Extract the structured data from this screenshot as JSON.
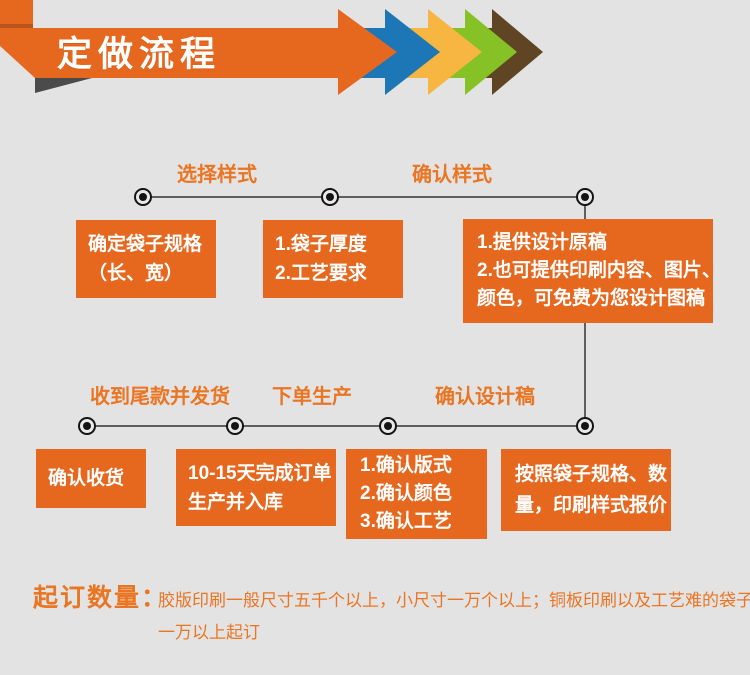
{
  "banner": {
    "title": "定做流程",
    "colors": {
      "orange": "#e6671e",
      "orange_dark": "#b8541c",
      "blue": "#1d76b6",
      "yellow": "#f7b541",
      "green": "#86c226",
      "brown": "#5f4523",
      "fold_shadow": "#4b4b4b"
    }
  },
  "flow": {
    "row1": {
      "labels": [
        {
          "text": "选择样式"
        },
        {
          "text": "确认样式"
        }
      ],
      "boxes": [
        {
          "lines": [
            "确定袋子规格",
            "（长、宽）"
          ]
        },
        {
          "lines": [
            "1.袋子厚度",
            "2.工艺要求"
          ]
        },
        {
          "lines": [
            "1.提供设计原稿",
            "2.也可提供印刷内容、图片、",
            "颜色，可免费为您设计图稿"
          ]
        }
      ]
    },
    "row2": {
      "labels": [
        {
          "text": "收到尾款并发货"
        },
        {
          "text": "下单生产"
        },
        {
          "text": "确认设计稿"
        }
      ],
      "boxes": [
        {
          "lines": [
            "确认收货"
          ]
        },
        {
          "lines": [
            "10-15天完成订单",
            "生产并入库"
          ]
        },
        {
          "lines": [
            "1.确认版式",
            "2.确认颜色",
            "3.确认工艺"
          ]
        },
        {
          "lines": [
            "按照袋子规格、数",
            "量，印刷样式报价"
          ]
        }
      ]
    }
  },
  "footer": {
    "label": "起订数量：",
    "lines": [
      "胶版印刷一般尺寸五千个以上，小尺寸一万个以上；铜板印刷以及工艺难的袋子",
      "一万以上起订"
    ]
  }
}
